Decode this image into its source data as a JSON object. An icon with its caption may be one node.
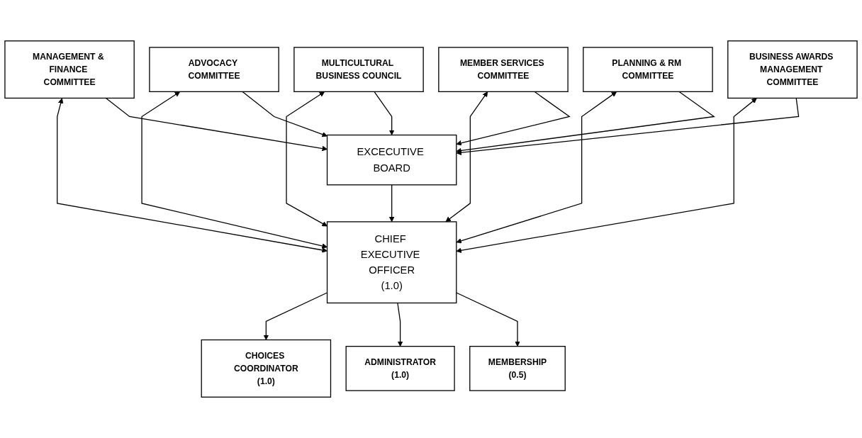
{
  "diagram": {
    "nodes": [
      {
        "text": [
          "EXCECUTIVE BOARD"
        ]
      },
      {
        "text": [
          "MANAGEMENT & FINANCE COMMITTEE"
        ]
      },
      {
        "text": [
          "MEMBER SERVICES COMMITTEE"
        ]
      },
      {
        "text": [
          "CHIEF EXECUTIVE OFFICER",
          "(1.0)"
        ]
      },
      {
        "text": [
          "ADVOCACY COMMITTEE"
        ]
      },
      {
        "text": [
          "PLANNING & RM COMMITTEE"
        ]
      },
      {
        "text": [
          "MULTICULTURAL BUSINESS COUNCIL"
        ]
      },
      {
        "text": [
          "BUSINESS AWARDS MANAGEMENT COMMITTEE"
        ]
      },
      {
        "text": [
          "CHOICES COORDINATOR",
          "(1.0)"
        ]
      },
      {
        "text": [
          "ADMINISTRATOR",
          "(1.0)"
        ]
      },
      {
        "text": [
          "MEMBERSHIP",
          "(0.5)"
        ]
      }
    ],
    "edges": [
      {
        "from": 0,
        "to": 3,
        "arrow": "to"
      },
      {
        "from": 3,
        "to": 1,
        "arrow": "both"
      },
      {
        "from": 3,
        "to": 4,
        "arrow": "both"
      },
      {
        "from": 3,
        "to": 6,
        "arrow": "both"
      },
      {
        "from": 3,
        "to": 2,
        "arrow": "both"
      },
      {
        "from": 3,
        "to": 5,
        "arrow": "both"
      },
      {
        "from": 3,
        "to": 7,
        "arrow": "both"
      },
      {
        "from": 1,
        "to": 0,
        "arrow": "to"
      },
      {
        "from": 4,
        "to": 0,
        "arrow": "to"
      },
      {
        "from": 6,
        "to": 0,
        "arrow": "to"
      },
      {
        "from": 2,
        "to": 0,
        "arrow": "to"
      },
      {
        "from": 5,
        "to": 0,
        "arrow": "to"
      },
      {
        "from": 7,
        "to": 0,
        "arrow": "to"
      },
      {
        "from": 3,
        "to": 8,
        "arrow": "to"
      },
      {
        "from": 3,
        "to": 9,
        "arrow": "to"
      },
      {
        "from": 3,
        "to": 10,
        "arrow": "to"
      }
    ]
  }
}
